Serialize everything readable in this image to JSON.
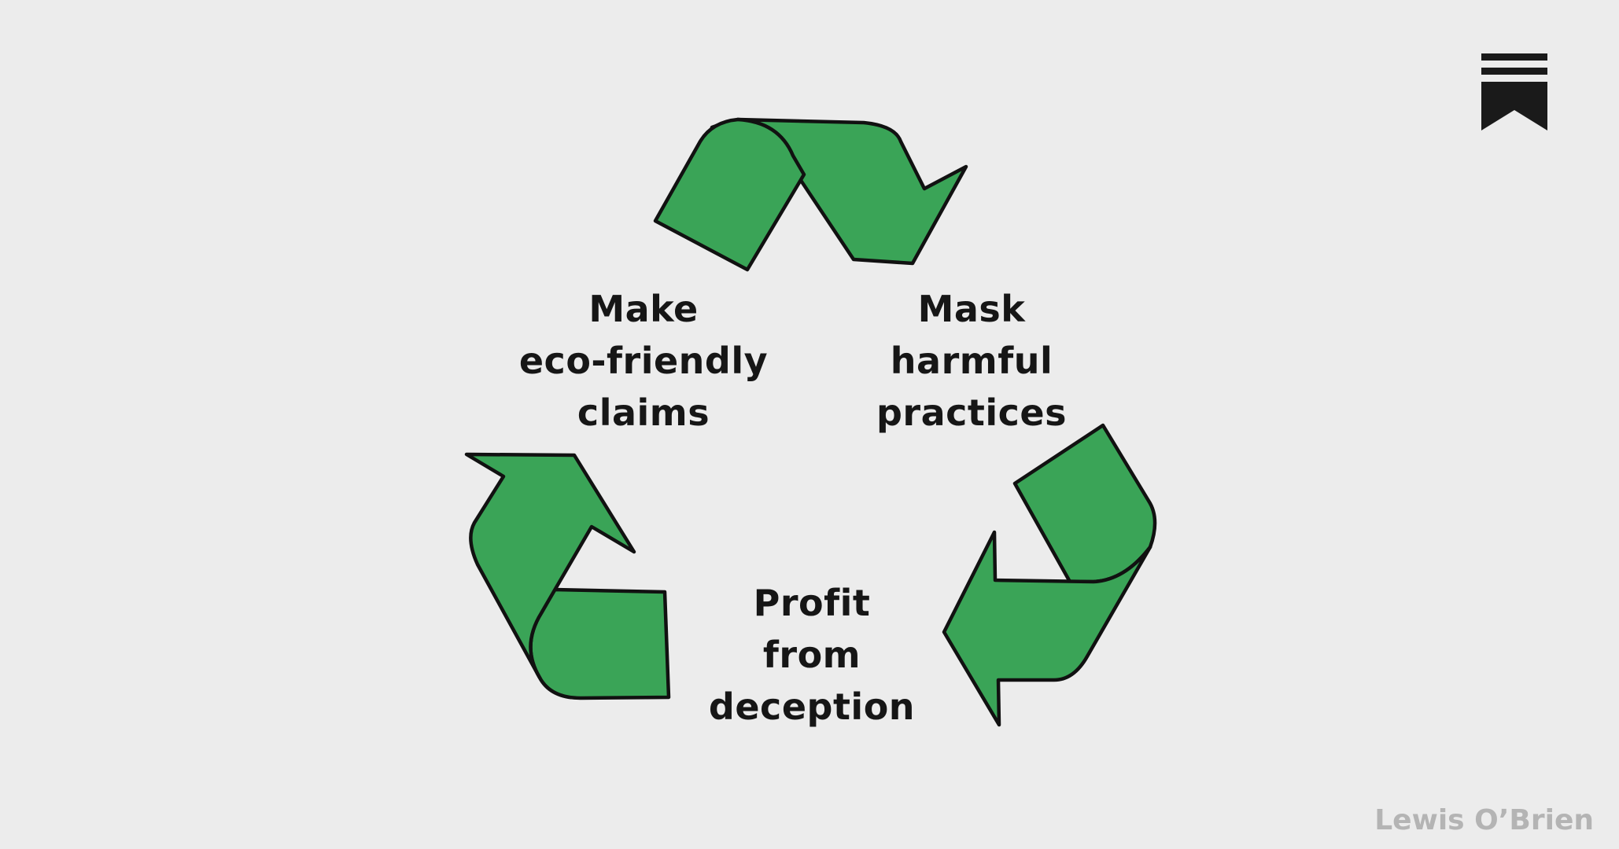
{
  "colors": {
    "background": "#ececec",
    "arrow_fill": "#3aa457",
    "arrow_outline": "#111111",
    "text": "#161616",
    "credit": "#b4b4b4",
    "logo": "#1a1a1a"
  },
  "cycle": {
    "steps": [
      {
        "lines": [
          "Make",
          "eco-friendly",
          "claims"
        ]
      },
      {
        "lines": [
          "Mask",
          "harmful",
          "practices"
        ]
      },
      {
        "lines": [
          "Profit",
          "from",
          "deception"
        ]
      }
    ],
    "arrow_icon": "recycling-arrow-icon"
  },
  "logo": {
    "icon": "bookmark-icon"
  },
  "credit": {
    "text": "Lewis O’Brien"
  }
}
